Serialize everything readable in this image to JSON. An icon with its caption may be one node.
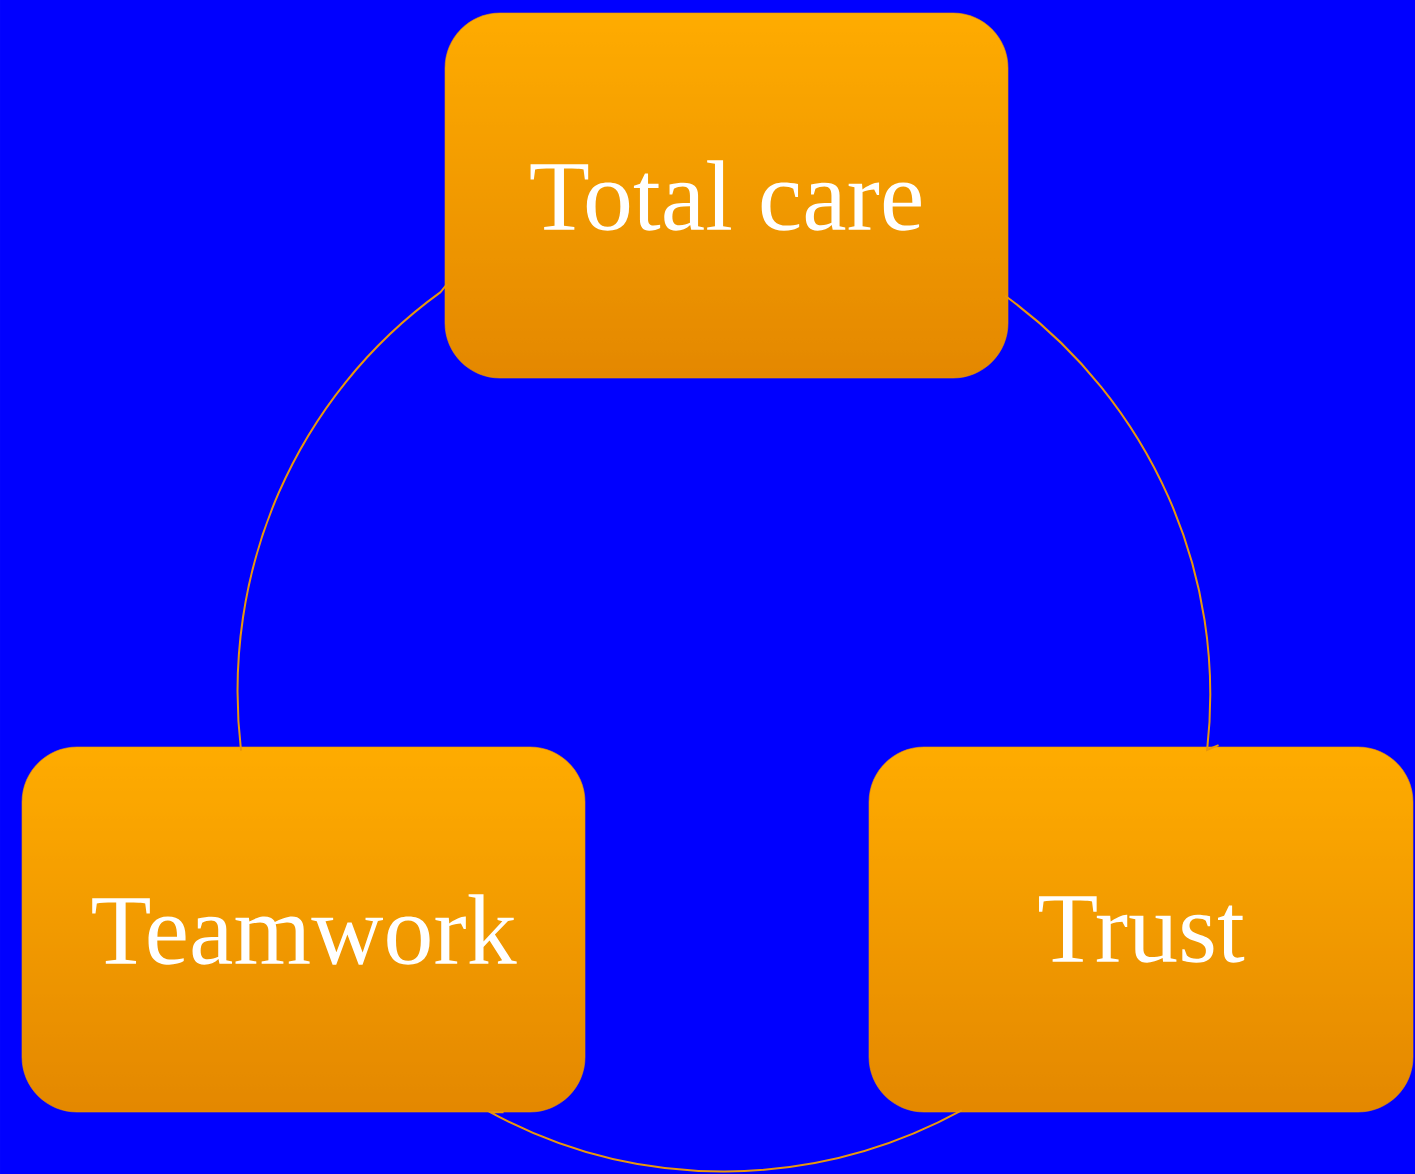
{
  "diagram": {
    "nodes": [
      {
        "text": [
          "Total care"
        ]
      },
      {
        "text": [
          "Teamwork"
        ]
      },
      {
        "text": [
          "Trust"
        ]
      }
    ],
    "edges": [
      {
        "from": 0,
        "to": 2,
        "arrow": "none"
      },
      {
        "from": 2,
        "to": 1,
        "arrow": "none"
      },
      {
        "from": 1,
        "to": 0,
        "arrow": "none"
      }
    ]
  }
}
